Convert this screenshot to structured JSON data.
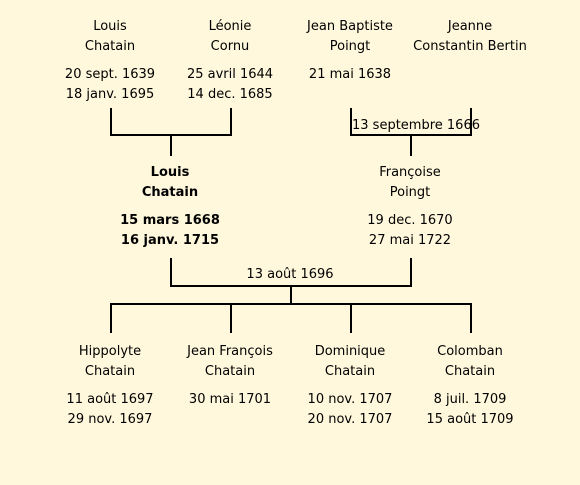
{
  "grandparents": [
    {
      "name1": "Louis",
      "name2": "Chatain",
      "birth": "20 sept. 1639",
      "death": "18 janv. 1695"
    },
    {
      "name1": "Léonie",
      "name2": "Cornu",
      "birth": "25 avril 1644",
      "death": "14 dec. 1685"
    },
    {
      "name1": "Jean Baptiste",
      "name2": "Poingt",
      "birth": "21 mai 1638",
      "death": ""
    },
    {
      "name1": "Jeanne",
      "name2": "Constantin Bertin",
      "birth": "",
      "death": ""
    }
  ],
  "grandparents_marriage": "13 septembre 1666",
  "parents": [
    {
      "name1": "Louis",
      "name2": "Chatain",
      "birth": "15 mars 1668",
      "death": "16 janv. 1715"
    },
    {
      "name1": "Françoise",
      "name2": "Poingt",
      "birth": "19 dec. 1670",
      "death": "27 mai 1722"
    }
  ],
  "parents_marriage": "13 août 1696",
  "children": [
    {
      "name1": "Hippolyte",
      "name2": "Chatain",
      "birth": "11 août 1697",
      "death": "29 nov. 1697"
    },
    {
      "name1": "Jean François",
      "name2": "Chatain",
      "birth": "30 mai 1701",
      "death": ""
    },
    {
      "name1": "Dominique",
      "name2": "Chatain",
      "birth": "10 nov. 1707",
      "death": "20 nov. 1707"
    },
    {
      "name1": "Colomban",
      "name2": "Chatain",
      "birth": "8 juil. 1709",
      "death": "15 août 1709"
    }
  ]
}
